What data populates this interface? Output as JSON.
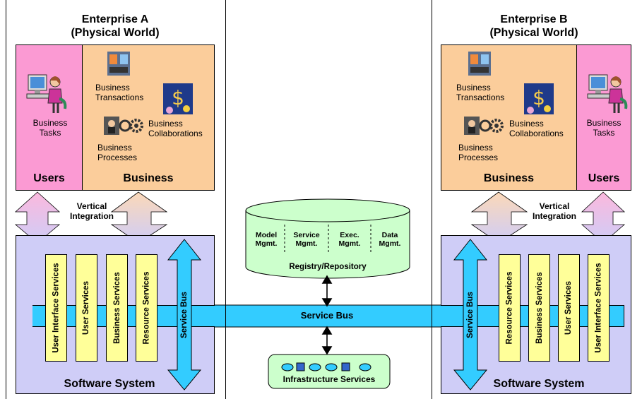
{
  "enterprise_a": {
    "title_line1": "Enterprise A",
    "title_line2": "(Physical World)",
    "users_box": {
      "label": "Users",
      "item": [
        "Business",
        "Tasks"
      ]
    },
    "business_box": {
      "label": "Business",
      "transactions": [
        "Business",
        "Transactions"
      ],
      "collaborations": [
        "Business",
        "Collaborations"
      ],
      "processes": [
        "Business",
        "Processes"
      ]
    },
    "vertical_integration": [
      "Vertical",
      "Integration"
    ],
    "software": {
      "label": "Software System",
      "services": [
        "User Interface Services",
        "User Services",
        "Business Services",
        "Resource Services"
      ],
      "service_bus": "Service Bus"
    }
  },
  "enterprise_b": {
    "title_line1": "Enterprise B",
    "title_line2": "(Physical World)",
    "users_box": {
      "label": "Users",
      "item": [
        "Business",
        "Tasks"
      ]
    },
    "business_box": {
      "label": "Business",
      "transactions": [
        "Business",
        "Transactions"
      ],
      "collaborations": [
        "Business",
        "Collaborations"
      ],
      "processes": [
        "Business",
        "Processes"
      ]
    },
    "vertical_integration": [
      "Vertical",
      "Integration"
    ],
    "software": {
      "label": "Software System",
      "services": [
        "Resource Services",
        "Business Services",
        "User Services",
        "User Interface Services"
      ],
      "service_bus": "Service Bus"
    }
  },
  "registry": {
    "label": "Registry/Repository",
    "cells": [
      [
        "Model",
        "Mgmt."
      ],
      [
        "Service",
        "Mgmt."
      ],
      [
        "Exec.",
        "Mgmt."
      ],
      [
        "Data",
        "Mgmt."
      ]
    ]
  },
  "central_bus": {
    "label": "Service Bus"
  },
  "infrastructure": {
    "label": "Infrastructure Services"
  },
  "colors": {
    "users": "#fb9ad3",
    "business": "#fbcd9b",
    "software": "#cfcdf7",
    "service_col": "#ffff99",
    "bus": "#33ccff",
    "registry": "#ccffcc"
  }
}
